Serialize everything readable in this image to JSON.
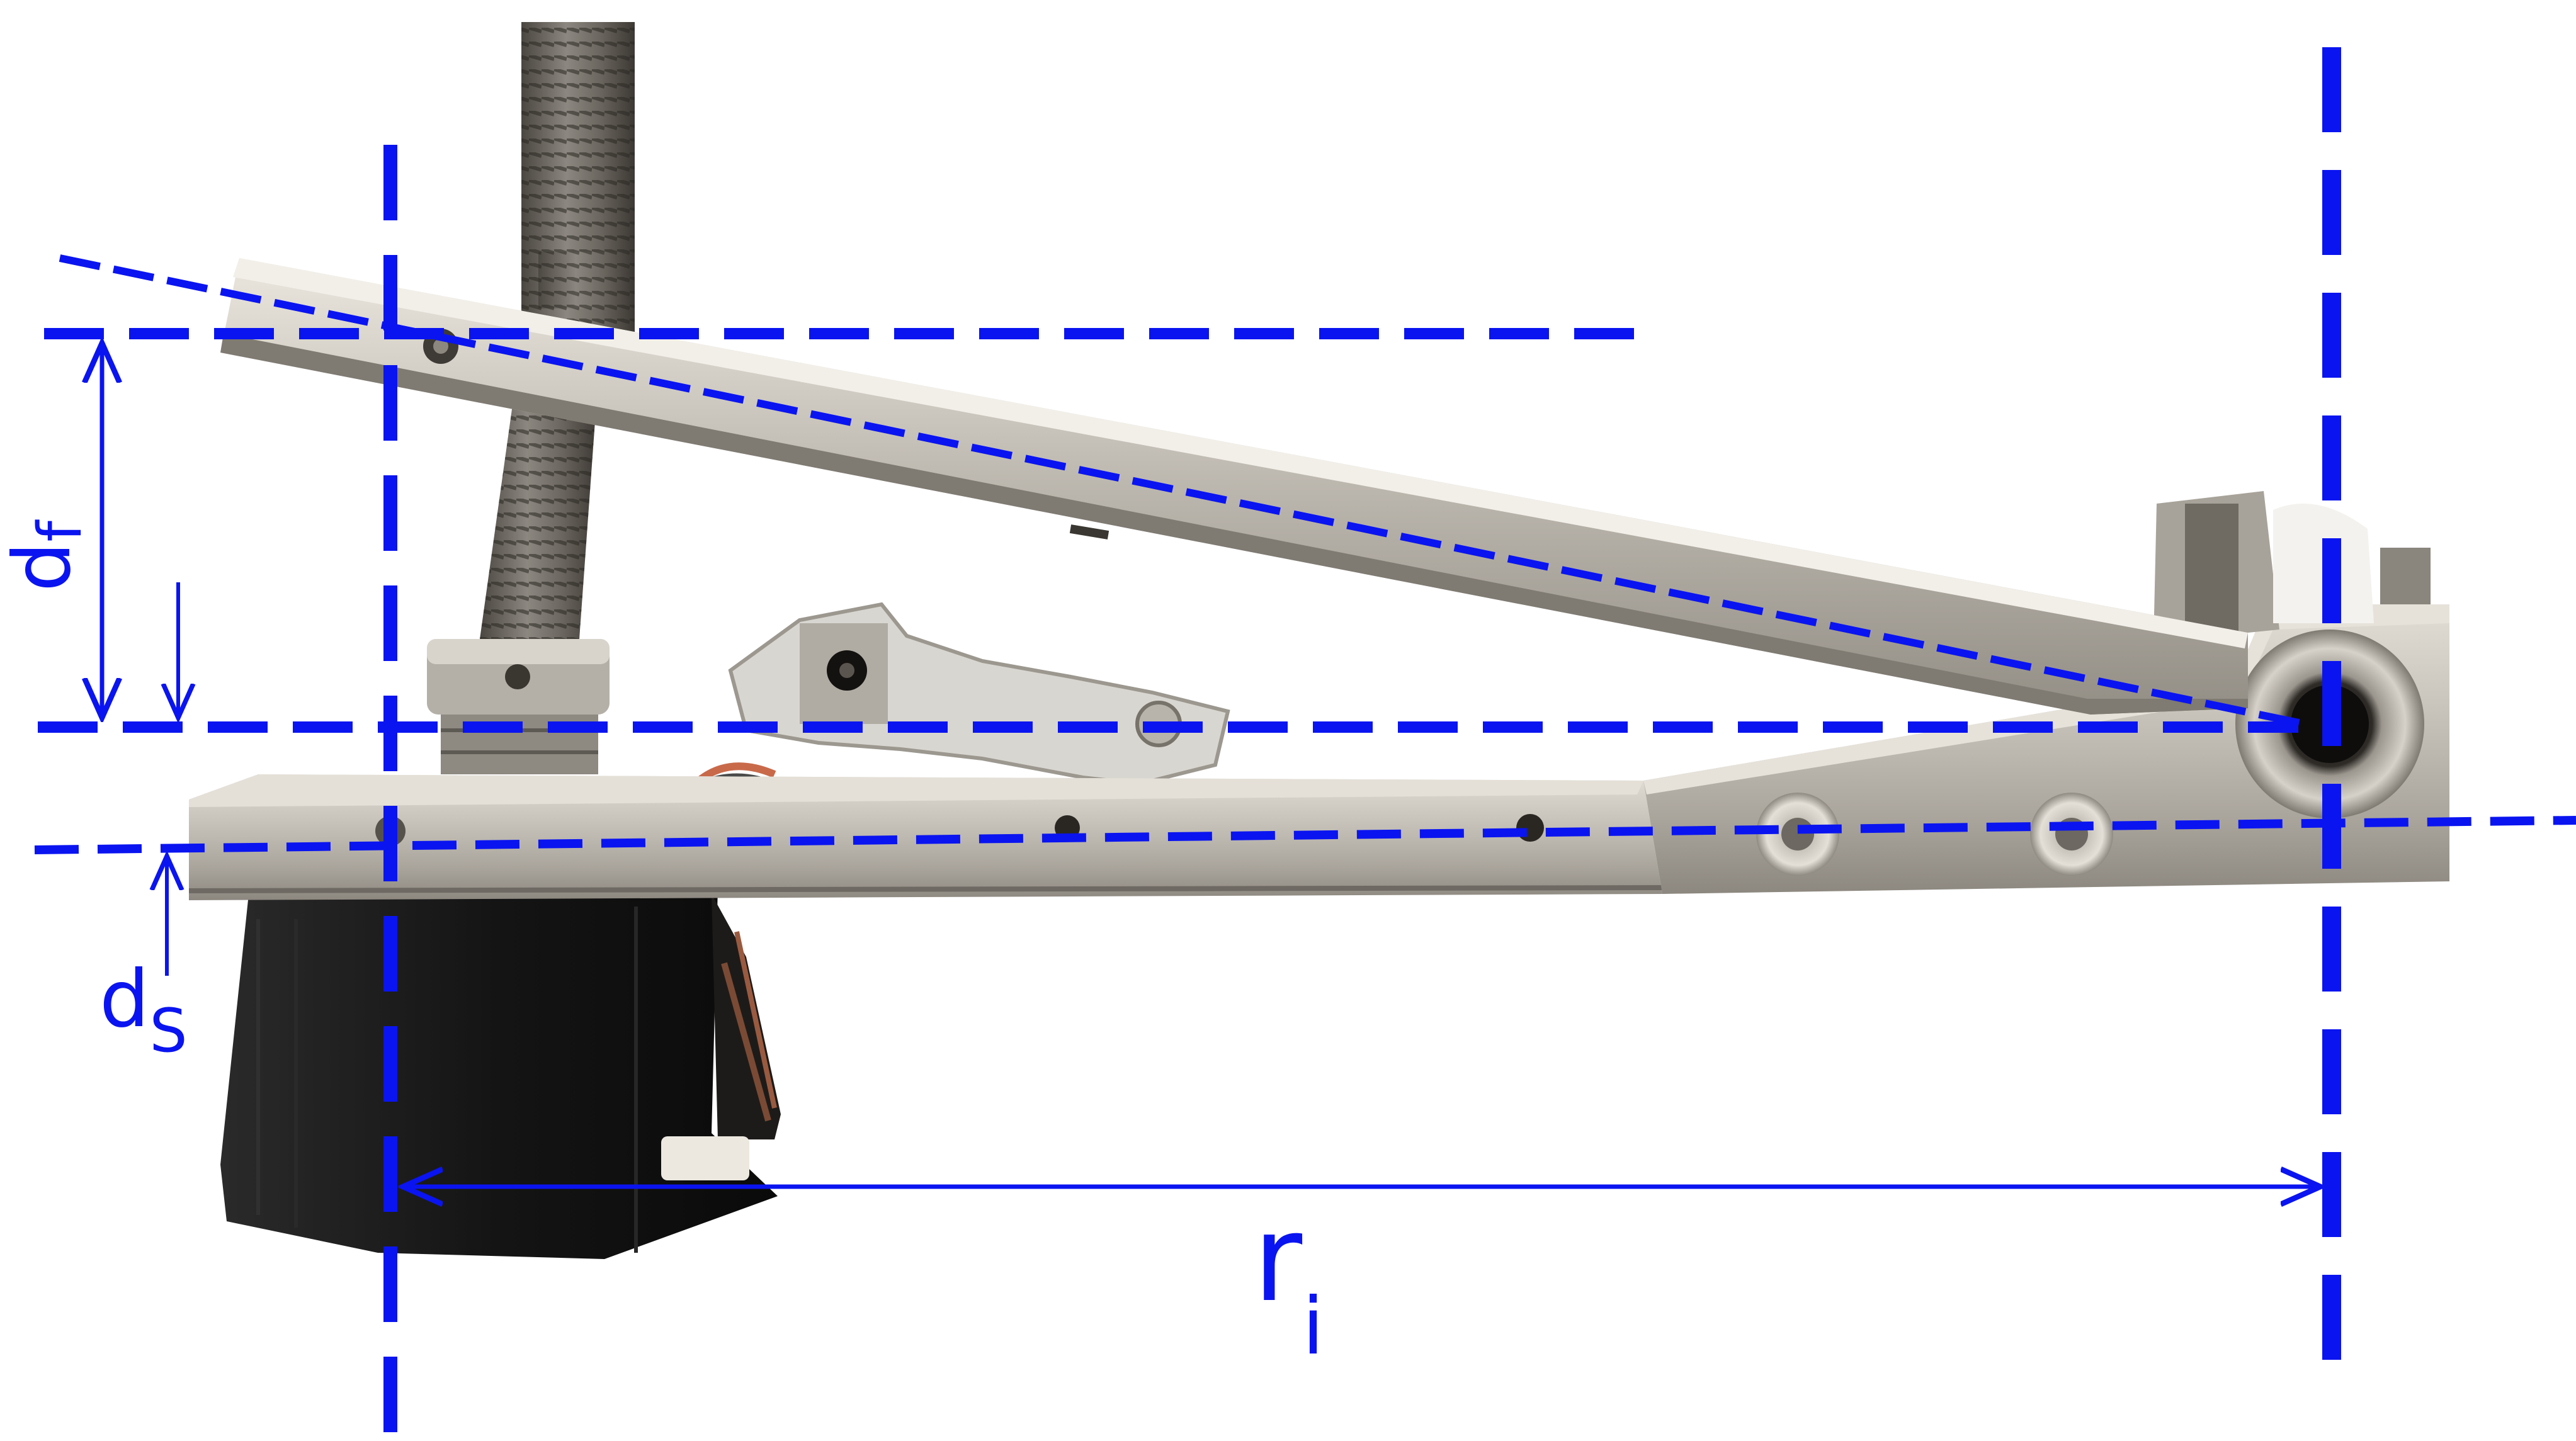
{
  "labels": {
    "ri": {
      "main": "r",
      "sub": "i"
    },
    "df": {
      "main": "d",
      "sub": "f"
    },
    "ds": {
      "main": "d",
      "sub": "S"
    }
  },
  "colors": {
    "annotation": "#0a14f0",
    "background": "#ffffff",
    "aluminum": "#c4c0b8",
    "aluminum_dark": "#8c877f",
    "motor": "#151515",
    "rod": "#6d6860",
    "cable": "#c86a4a",
    "bracket": "#b8b4ac"
  },
  "components": [
    "threaded-rod",
    "upper-arm",
    "lower-arm",
    "stepper-motor",
    "sensor-module",
    "pivot-bearing"
  ]
}
